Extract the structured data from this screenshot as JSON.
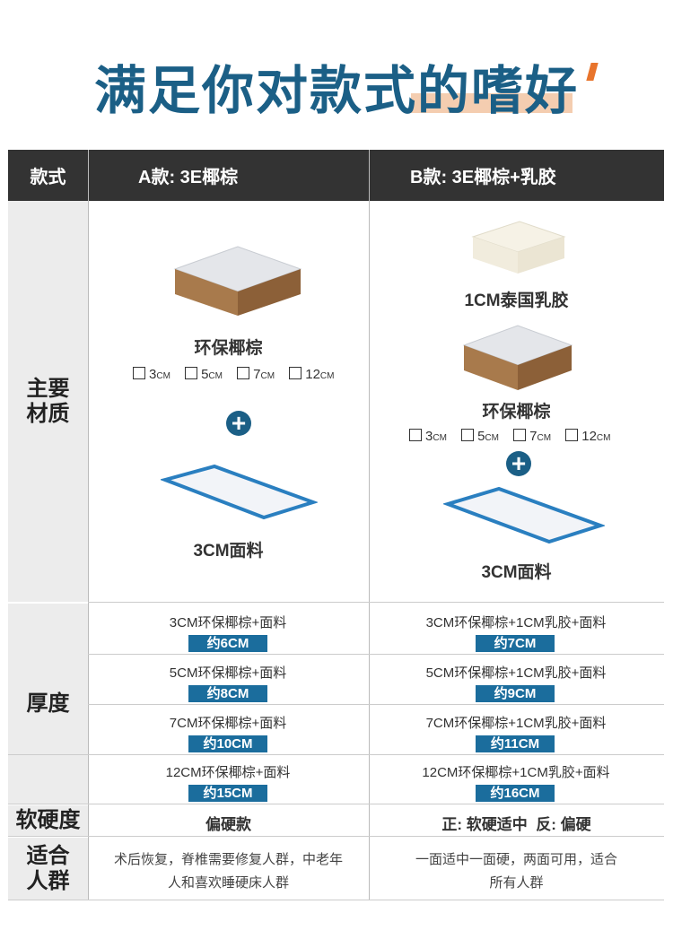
{
  "title": "满足你对款式的嗜好",
  "header": {
    "col0": "款式",
    "colA": "A款: 3E椰棕",
    "colB": "B款: 3E椰棕+乳胶"
  },
  "rows": {
    "material_label": "主要\n材质",
    "thickness_label": "厚度",
    "hardness_label": "软硬度",
    "suitable_label": "适合\n人群"
  },
  "material": {
    "a": {
      "coir_label": "环保椰棕",
      "options": [
        "3",
        "5",
        "7",
        "12"
      ],
      "unit": "CM",
      "plus": "+",
      "fabric_label": "3CM面料"
    },
    "b": {
      "latex_label": "1CM泰国乳胶",
      "coir_label": "环保椰棕",
      "options": [
        "3",
        "5",
        "7",
        "12"
      ],
      "unit": "CM",
      "plus": "+",
      "fabric_label": "3CM面料"
    }
  },
  "thickness": {
    "a": [
      {
        "desc": "3CM环保椰棕+面料",
        "total": "约6CM"
      },
      {
        "desc": "5CM环保椰棕+面料",
        "total": "约8CM"
      },
      {
        "desc": "7CM环保椰棕+面料",
        "total": "约10CM"
      },
      {
        "desc": "12CM环保椰棕+面料",
        "total": "约15CM"
      }
    ],
    "b": [
      {
        "desc": "3CM环保椰棕+1CM乳胶+面料",
        "total": "约7CM"
      },
      {
        "desc": "5CM环保椰棕+1CM乳胶+面料",
        "total": "约9CM"
      },
      {
        "desc": "7CM环保椰棕+1CM乳胶+面料",
        "total": "约11CM"
      },
      {
        "desc": "12CM环保椰棕+1CM乳胶+面料",
        "total": "约16CM"
      }
    ]
  },
  "hardness": {
    "a": "偏硬款",
    "b": "正: 软硬适中  反: 偏硬"
  },
  "suitable": {
    "a_line1": "术后恢复，脊椎需要修复人群，中老年",
    "a_line2": "人和喜欢睡硬床人群",
    "b_line1": "一面适中一面硬，两面可用，适合",
    "b_line2": "所有人群"
  },
  "colors": {
    "brand_blue": "#1b5f86",
    "badge_blue": "#1b6d9d",
    "header_dark": "#333333",
    "accent_orange": "#e8742c"
  }
}
